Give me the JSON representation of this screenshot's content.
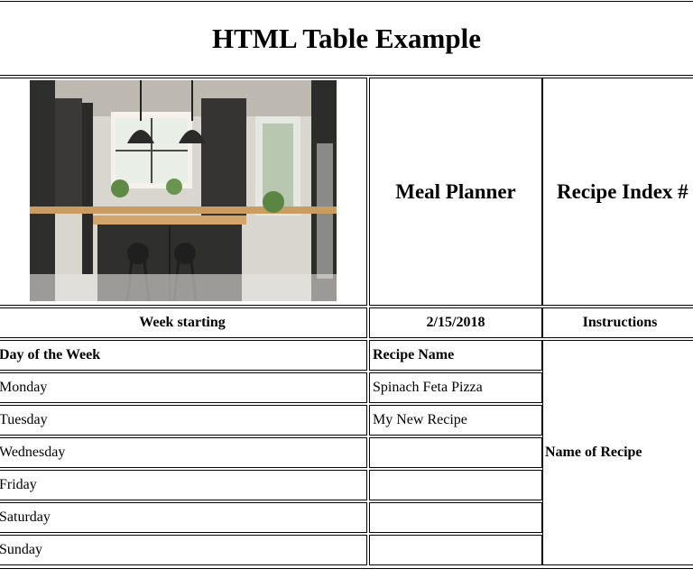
{
  "page": {
    "title": "HTML Table Example"
  },
  "header_row": {
    "image_alt": "kitchen-photo",
    "meal_planner": "Meal Planner",
    "recipe_index": "Recipe Index #"
  },
  "subheader": {
    "week_starting_label": "Week starting",
    "week_starting_value": "2/15/2018",
    "instructions_label": "Instructions"
  },
  "table": {
    "columns": [
      "Day of the Week",
      "Recipe Name"
    ],
    "rows": [
      {
        "day": "Monday",
        "recipe": "Spinach Feta Pizza"
      },
      {
        "day": "Tuesday",
        "recipe": "My New Recipe"
      },
      {
        "day": "Wednesday",
        "recipe": ""
      },
      {
        "day": "Friday",
        "recipe": ""
      },
      {
        "day": "Saturday",
        "recipe": ""
      },
      {
        "day": "Sunday",
        "recipe": ""
      }
    ],
    "side_label": "Name of Recipe"
  },
  "colors": {
    "border": "#000000",
    "background": "#ffffff",
    "text": "#000000"
  }
}
